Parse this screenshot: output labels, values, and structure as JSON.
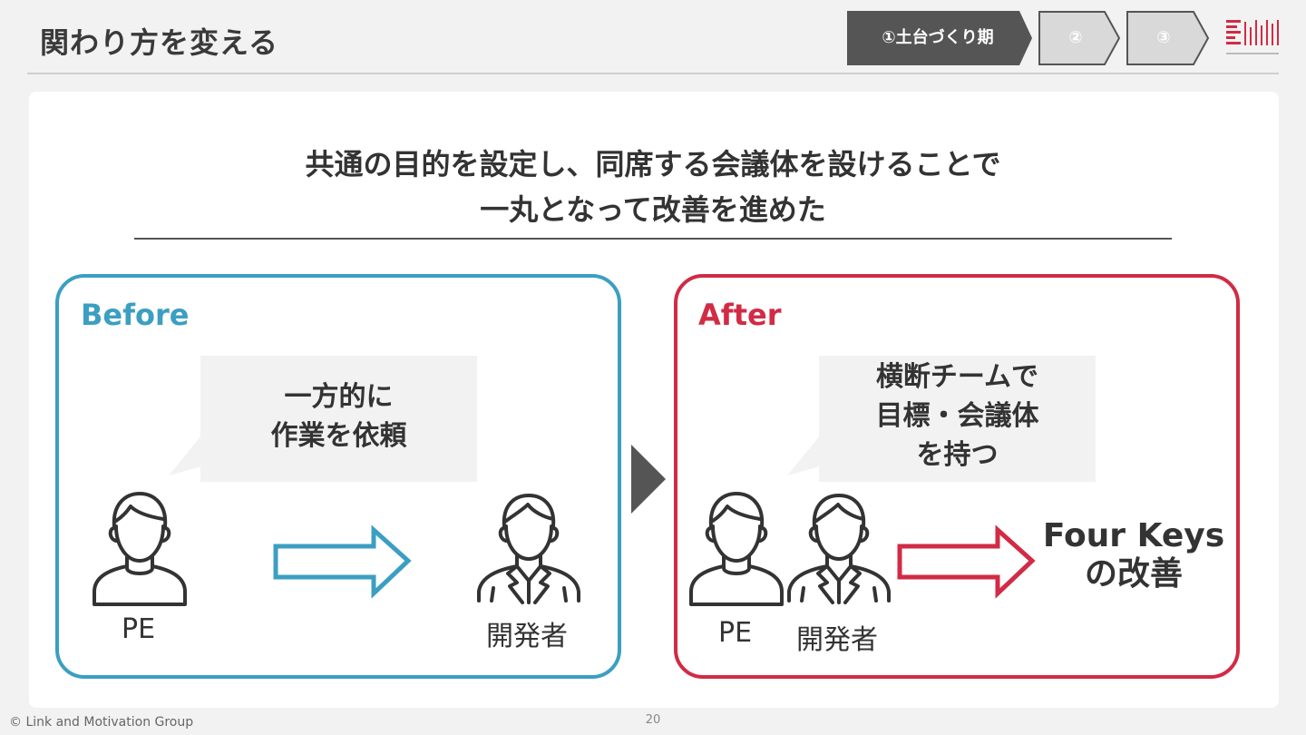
{
  "slide": {
    "title": "関わり方を変える",
    "steps": [
      {
        "label": "①土台づくり期",
        "active": true
      },
      {
        "label": "②",
        "active": false
      },
      {
        "label": "③",
        "active": false
      }
    ],
    "headline": {
      "line1": "共通の目的を設定し、同席する会議体を設けることで",
      "line2": "一丸となって改善を進めた"
    },
    "before": {
      "title": "Before",
      "bubble_line1": "一方的に",
      "bubble_line2": "作業を依頼",
      "person_left": "PE",
      "person_right": "開発者"
    },
    "after": {
      "title": "After",
      "bubble_line1": "横断チームで",
      "bubble_line2": "目標・会議体",
      "bubble_line3": "を持つ",
      "person_left": "PE",
      "person_right": "開発者",
      "result_line1": "Four Keys",
      "result_line2": "の改善"
    },
    "footer": {
      "copyright": "© Link and Motivation Group",
      "page_number": "20"
    }
  },
  "colors": {
    "before_accent": "#3b9fc2",
    "after_accent": "#d12b45",
    "step_active": "#555555",
    "step_inactive": "#d9d9d9"
  },
  "icons": {
    "logo": "lmg-logo",
    "transition": "triangle-right-icon",
    "before_arrow": "arrow-right-outline-icon",
    "after_arrow": "arrow-right-outline-icon",
    "pe": "person-casual-icon",
    "developer": "person-suit-icon"
  }
}
